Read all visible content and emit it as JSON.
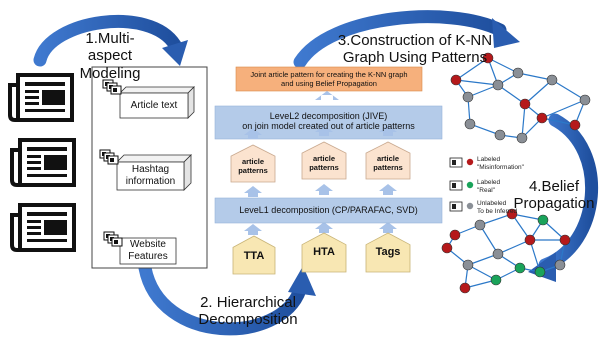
{
  "steps": {
    "step1": "1.Multi-aspect\nModeling",
    "step2": "2. Hierarchical\nDecomposition",
    "step3": "3.Construction of K-NN\nGraph Using Patterns",
    "step4": "4.Belief\nPropagation"
  },
  "aspects": {
    "article_text": "Article text",
    "hashtag": "Hashtag\ninformation",
    "website": "Website\nFeatures"
  },
  "pipeline": {
    "top_box": "Joint article pattern for creating the K-NN graph\nand using Belief Propagation",
    "level2": "LeveL2 decomposition (JIVE)\non join model created out of article patterns",
    "pattern_label": "article\npatterns",
    "level1": "LeveL1 decomposition (CP/PARAFAC, SVD)",
    "inputs": [
      "TTA",
      "HTA",
      "Tags"
    ]
  },
  "legend": {
    "misinformation": "Labeled\n\"Misinformation\"",
    "real": "Labeled\n\"Real\"",
    "unlabeled": "Unlabeled\nTo be Inferred"
  },
  "colors": {
    "blue_arrow": "#2f63b8",
    "box_blue": "#b4cbe9",
    "box_peach": "#fbe3cf",
    "box_tan": "#f8e7b3",
    "box_orange": "#f6b07c",
    "node_red": "#b5191b",
    "node_green": "#1aa35a",
    "node_gray": "#8a8f96",
    "edge_blue": "#2b78c8"
  },
  "icons": [
    "newspaper-icon",
    "document-stack-icon"
  ]
}
